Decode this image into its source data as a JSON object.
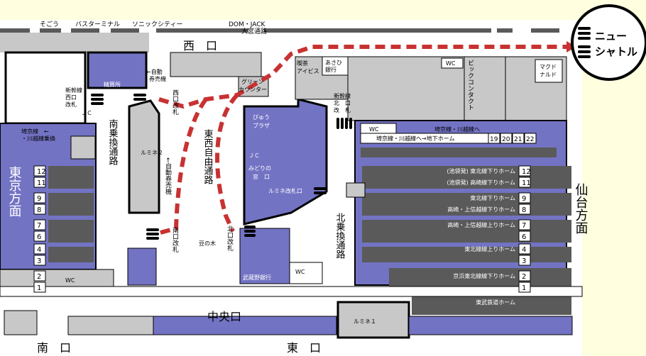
{
  "top_labels": {
    "sogo": "そごう",
    "bus_terminal": "バスターミナル",
    "sonic_city": "ソニックシティー",
    "dom_jack": "DOM・JACK",
    "omiya_street": "大宮通路"
  },
  "shuttle": {
    "label_1": "ニュー",
    "label_2": "シャトル"
  },
  "exits": {
    "west": "西　口",
    "south": "南　口",
    "east": "東　口",
    "central": "中央口"
  },
  "facilities": {
    "seisanjo": "精算所",
    "auto_ticket_1": "←自動",
    "auto_ticket_2": "券売機",
    "auto_ticket_v": "←自動券売機",
    "west_gate": "西口改札",
    "green_counter_1": "グリーン",
    "green_counter_2": "カウンター",
    "cafe_1": "喫茶",
    "cafe_2": "アイビス",
    "asahi_bank_1": "あさひ",
    "asahi_bank_2": "銀行",
    "wc": "WC",
    "big_contact": "ビックコンタクト",
    "mcdonalds_1": "マクド",
    "mcdonalds_2": "ナルド",
    "shinkansen_west_1": "新幹線",
    "shinkansen_west_2": "西口",
    "shinkansen_west_3": "改札",
    "jc": "ＪＣ",
    "shinkansen_north_1": "新幹線",
    "shinkansen_north_2": "北　口",
    "shinkansen_north_3": "改　札",
    "view_plaza_1": "びゅう",
    "view_plaza_2": "プラザ",
    "midori_1": "みどりの",
    "midori_2": "窓　口",
    "lumine_gate": "ルミネ改札口",
    "lumine2": "ルミネ２",
    "lumine1": "ルミネ１",
    "mame_no_ki": "豆の木",
    "south_gate": "南口改札",
    "north_gate": "北口改札",
    "musashino_bank": "武蔵野銀行",
    "saikyo_transfer_1": "埼京線　←",
    "saikyo_transfer_2": "・川越線乗換",
    "saikyo_kawagoe_1": "埼京線・川越線へ",
    "saikyo_kawagoe_2": "埼京線・川越線へ→地下ホーム",
    "south_transfer": "南乗換通路",
    "east_west_passage": "東西自由通路",
    "north_transfer": "北乗換通路"
  },
  "directions": {
    "tokyo": "東京方面",
    "sendai": "仙台方面"
  },
  "platforms_underground": [
    "19",
    "20",
    "21",
    "22"
  ],
  "tracks": [
    {
      "no": "12",
      "dest": "(池袋発) 東北線下りホーム"
    },
    {
      "no": "11",
      "dest": "(池袋発) 高崎線下りホーム"
    },
    {
      "no": "9",
      "dest": "東北線下りホーム"
    },
    {
      "no": "8",
      "dest": "高崎・上信越線下りホーム"
    },
    {
      "no": "7",
      "dest": "高崎・上信越線上りホーム"
    },
    {
      "no": "6",
      "dest": ""
    },
    {
      "no": "4",
      "dest": "東北線線上りホーム"
    },
    {
      "no": "3",
      "dest": ""
    },
    {
      "no": "2",
      "dest": "京浜東北線線下りホーム"
    },
    {
      "no": "1",
      "dest": ""
    },
    {
      "no": "",
      "dest": "東武鉄道ホーム"
    }
  ],
  "colors": {
    "background": "#ffffe0",
    "purple": "#7373c4",
    "gray": "#c8c8c8",
    "dark_gray": "#5a5a5a",
    "route": "#c83232"
  }
}
